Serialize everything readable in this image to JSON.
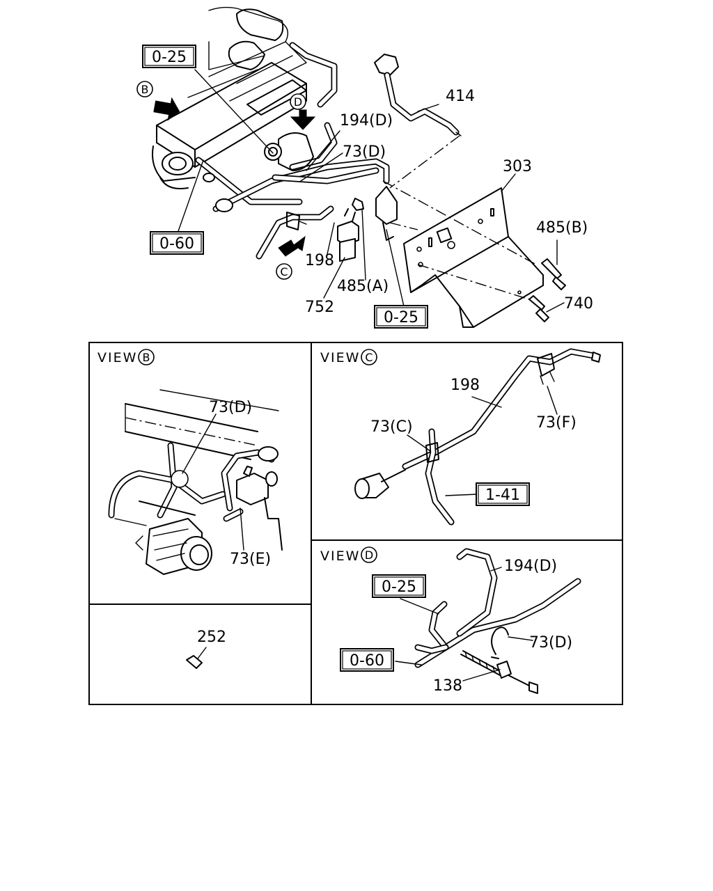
{
  "labels": {
    "ref_025": "0-25",
    "ref_060": "0-60",
    "ref_141": "1-41",
    "p414": "414",
    "p194d": "194(D)",
    "p73d": "73(D)",
    "p303": "303",
    "p485b": "485(B)",
    "p198": "198",
    "p485a": "485(A)",
    "p752": "752",
    "p740": "740",
    "p73e": "73(E)",
    "p73c": "73(C)",
    "p73f": "73(F)",
    "p252": "252",
    "p138": "138"
  },
  "view_letters": {
    "b": "B",
    "c": "C",
    "d": "D"
  },
  "views": {
    "b_title": "VIEW",
    "c_title": "VIEW",
    "d_title": "VIEW"
  }
}
